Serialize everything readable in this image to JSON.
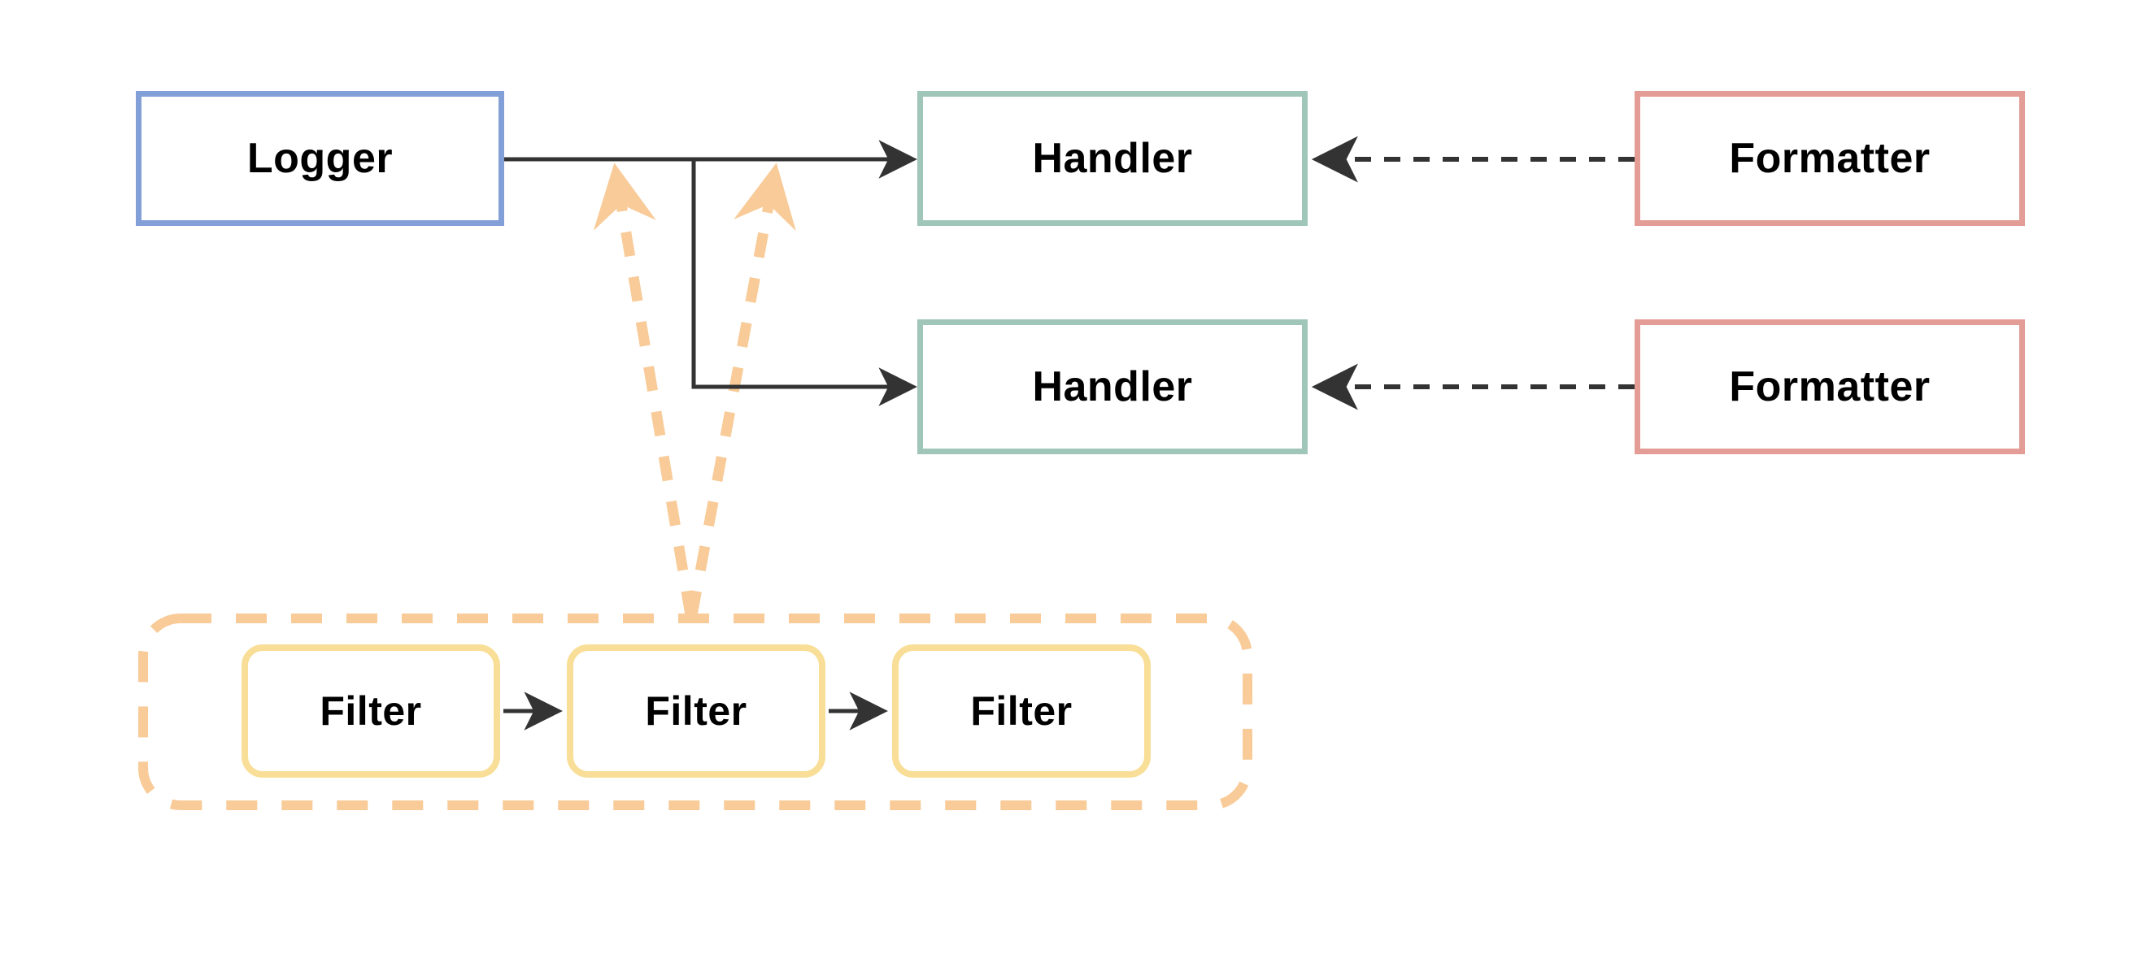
{
  "colors": {
    "background": "#ffffff",
    "line": "#333333",
    "text": "#000000",
    "logger-border": "#82a0d7",
    "handler-border": "#a0c5b9",
    "formatter-border": "#e49d96",
    "filter-border": "#f8de96",
    "filter-group-border": "#f8cb99"
  },
  "nodes": {
    "logger": {
      "label": "Logger"
    },
    "handler_top": {
      "label": "Handler"
    },
    "handler_bottom": {
      "label": "Handler"
    },
    "formatter_top": {
      "label": "Formatter"
    },
    "formatter_bottom": {
      "label": "Formatter"
    },
    "filters": [
      {
        "label": "Filter"
      },
      {
        "label": "Filter"
      },
      {
        "label": "Filter"
      }
    ]
  },
  "edges": [
    {
      "from": "Logger",
      "to": "Handler (top)",
      "style": "solid-arrow",
      "color": "#333333"
    },
    {
      "from": "Logger",
      "to": "Handler (bottom)",
      "style": "solid-arrow",
      "color": "#333333"
    },
    {
      "from": "Formatter (top)",
      "to": "Handler (top)",
      "style": "dashed-arrow",
      "color": "#333333"
    },
    {
      "from": "Formatter (bottom)",
      "to": "Handler (bottom)",
      "style": "dashed-arrow",
      "color": "#333333"
    },
    {
      "from": "Filter 1",
      "to": "Filter 2",
      "style": "solid-arrow",
      "color": "#333333"
    },
    {
      "from": "Filter 2",
      "to": "Filter 3",
      "style": "solid-arrow",
      "color": "#333333"
    },
    {
      "from": "Filter chain",
      "to": "Logger-Handler link (left)",
      "style": "dashed-arrow",
      "color": "#f8cb99"
    },
    {
      "from": "Filter chain",
      "to": "Logger-Handler link (right)",
      "style": "dashed-arrow",
      "color": "#f8cb99"
    }
  ]
}
